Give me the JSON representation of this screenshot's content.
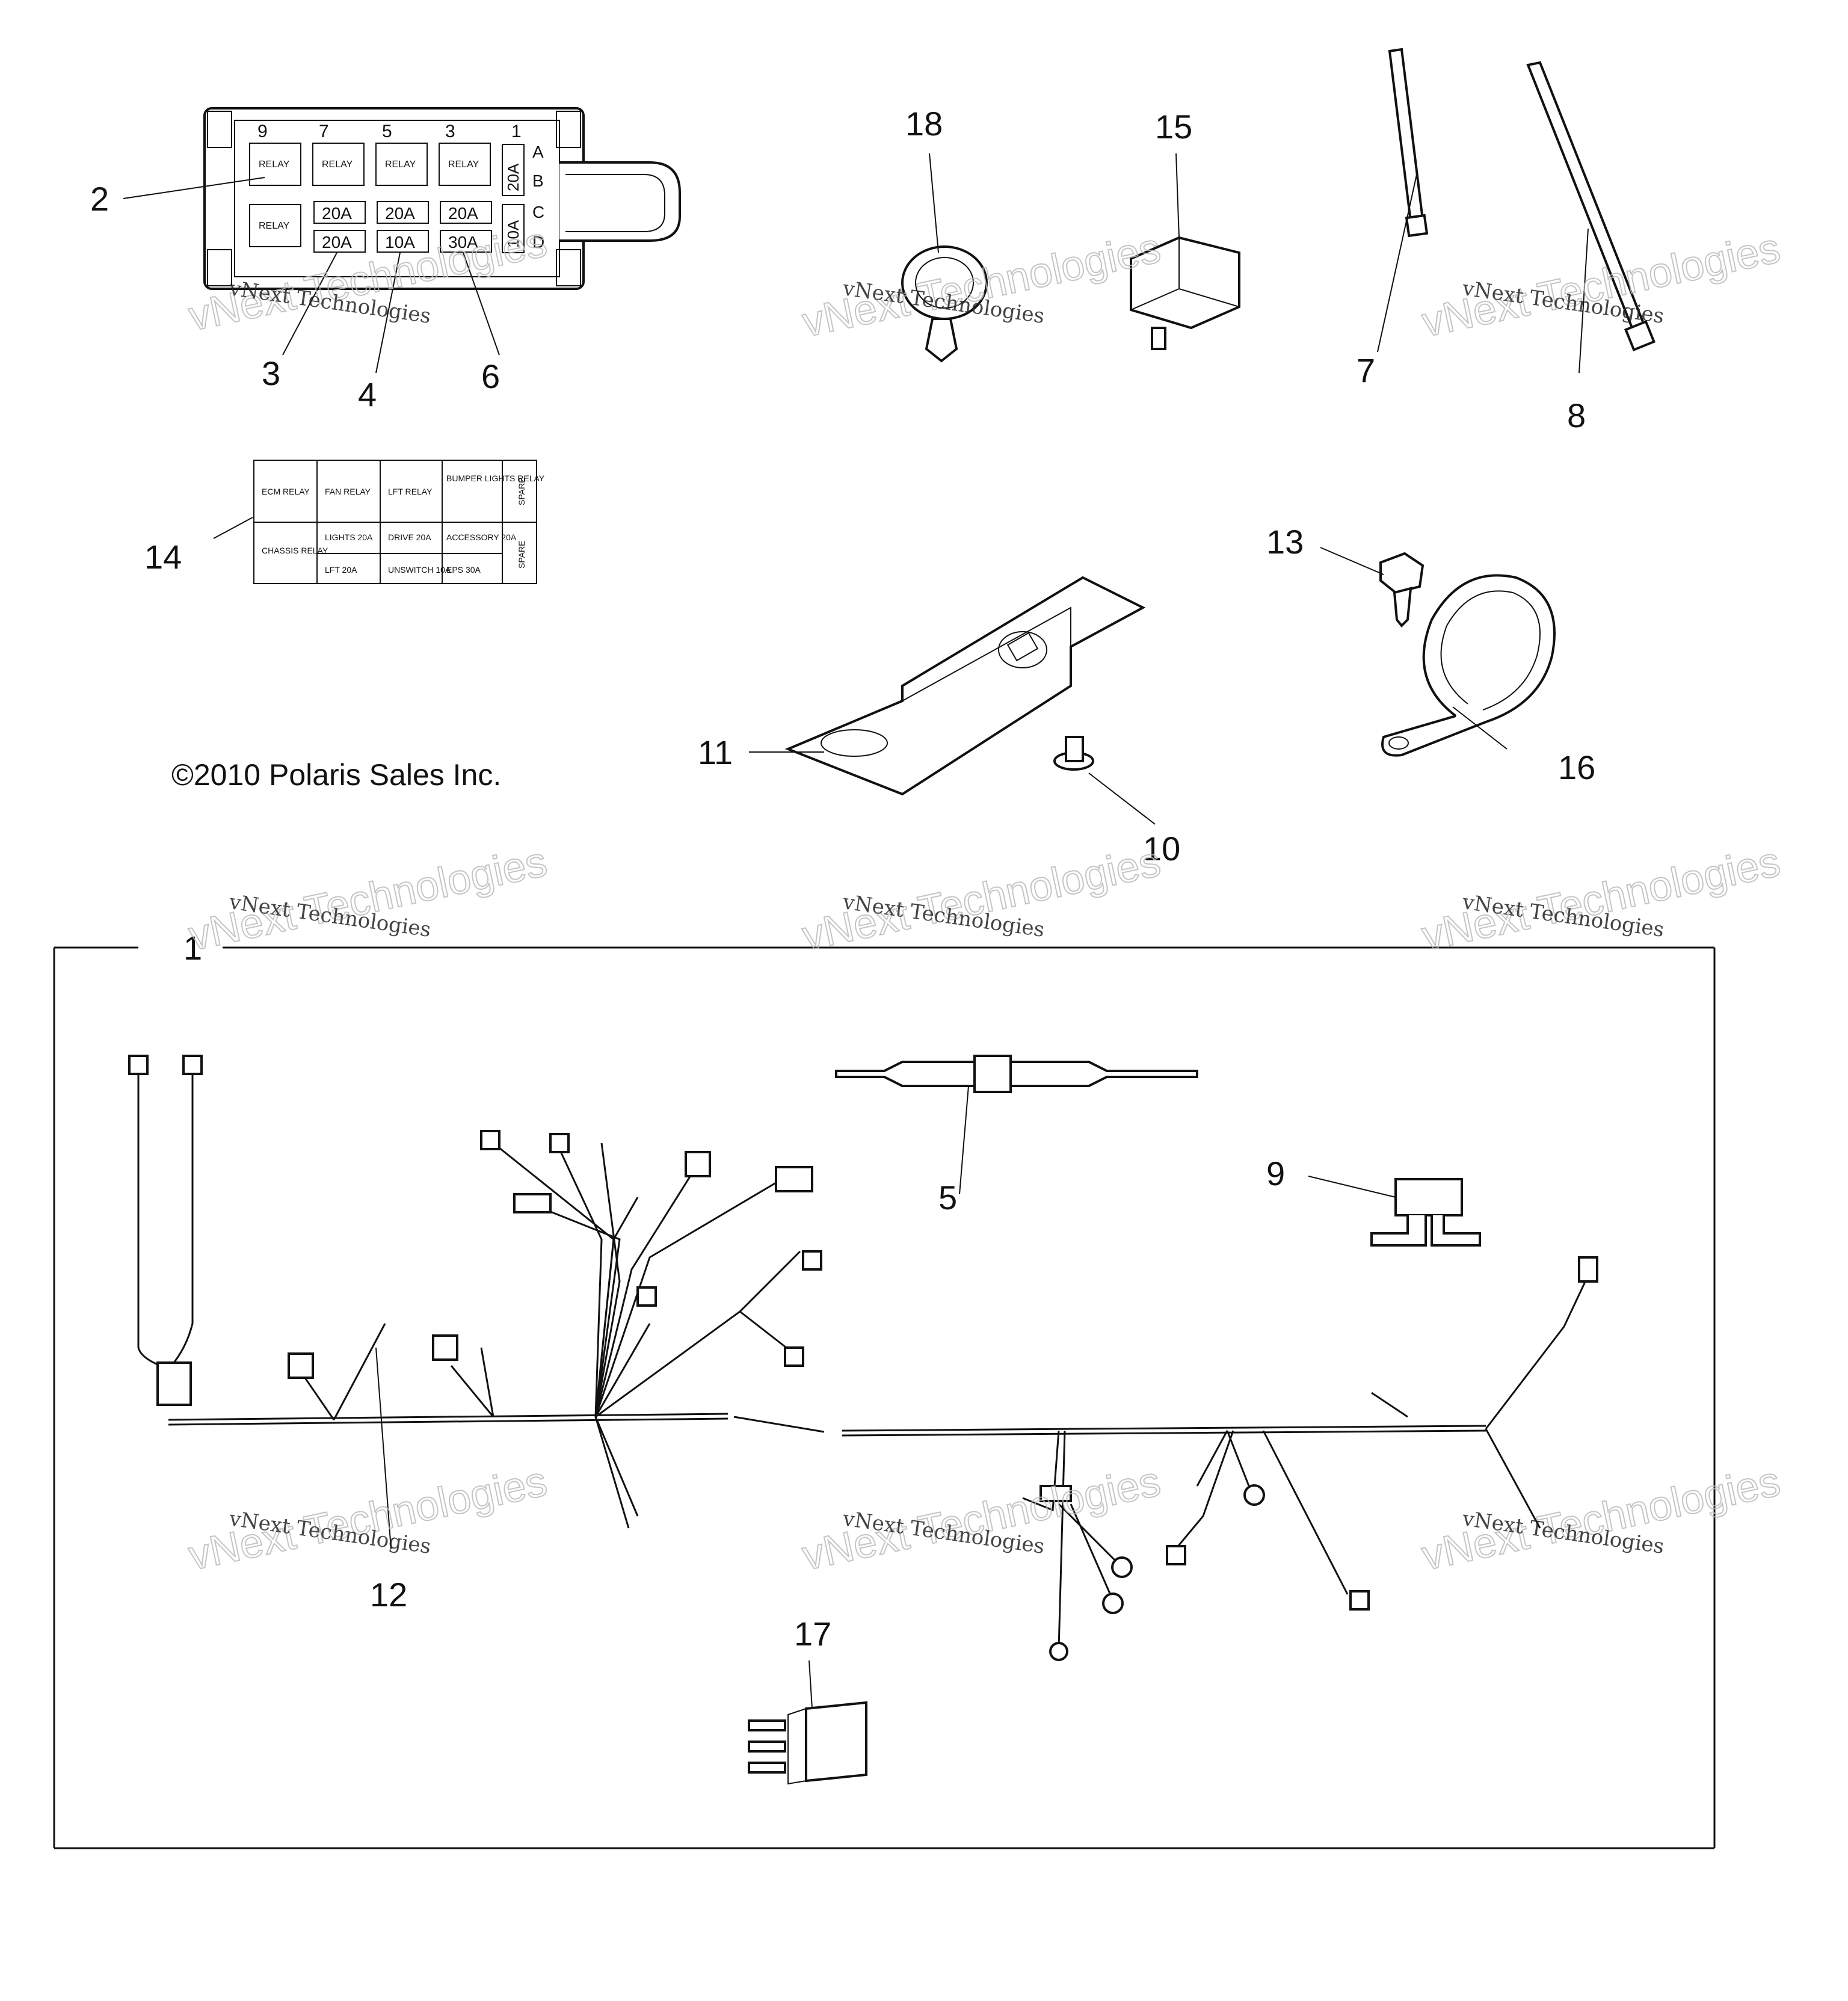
{
  "copyright": "©2010 Polaris Sales Inc.",
  "watermark": {
    "line1": "vNext Technologies",
    "line2": "vNext Technologies"
  },
  "callouts": [
    "1",
    "2",
    "3",
    "4",
    "5",
    "6",
    "7",
    "8",
    "9",
    "10",
    "11",
    "12",
    "13",
    "14",
    "15",
    "16",
    "17",
    "18"
  ],
  "fuse_box": {
    "positions_top": [
      "9",
      "7",
      "5",
      "3",
      "1"
    ],
    "positions_side": [
      "A",
      "B",
      "C",
      "D"
    ],
    "relay_label": "RELAY",
    "fuses_row1": [
      "20A",
      "20A",
      "20A"
    ],
    "fuses_row2": [
      "20A",
      "10A",
      "30A"
    ],
    "side_fuses": [
      "20A",
      "10A"
    ]
  },
  "fuse_label": {
    "row1": [
      "ECM RELAY",
      "FAN RELAY",
      "LFT RELAY",
      "BUMPER LIGHTS RELAY",
      "SPARE"
    ],
    "row2": [
      "CHASSIS RELAY",
      "LIGHTS 20A",
      "DRIVE 20A",
      "ACCESSORY 20A",
      "SPARE"
    ],
    "row3": [
      "LFT 20A",
      "UNSWITCH 10A",
      "EPS 30A"
    ]
  }
}
